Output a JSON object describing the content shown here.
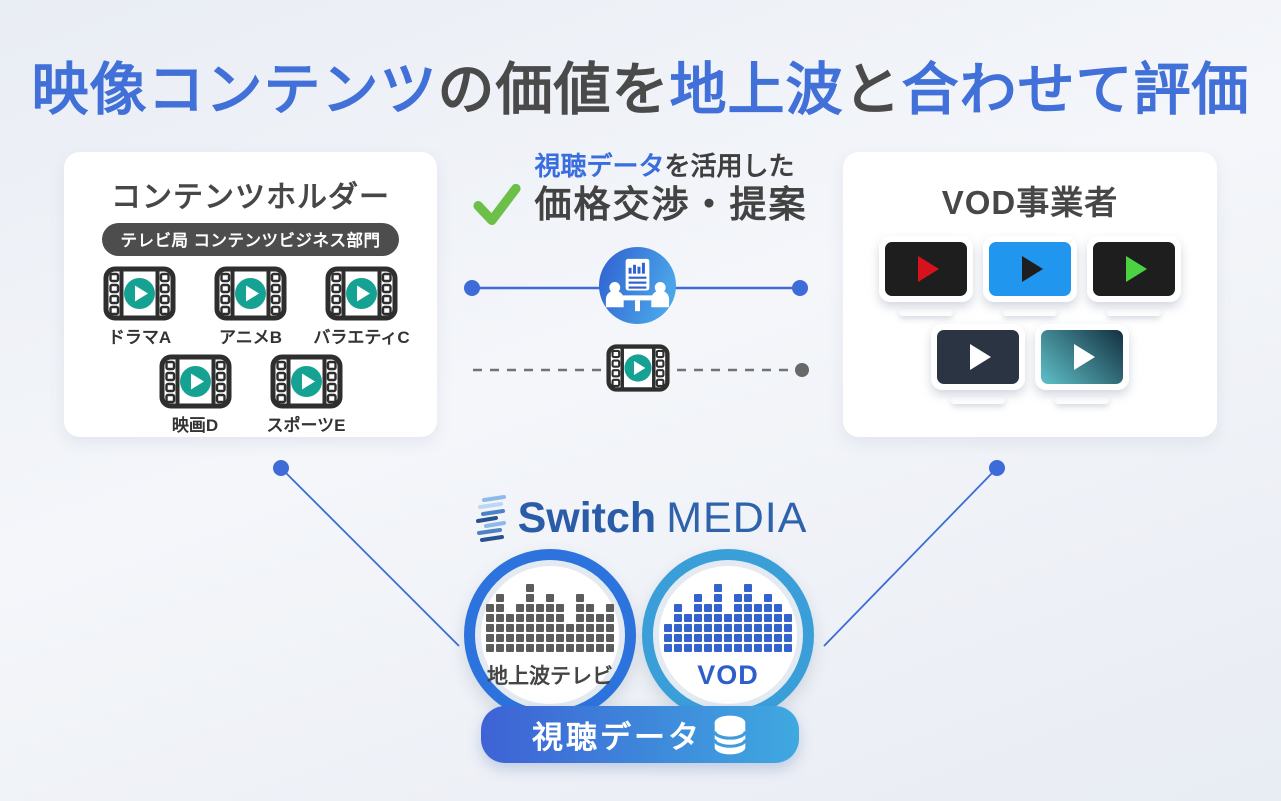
{
  "title": {
    "segments": [
      {
        "text": "映像コンテンツ",
        "style": "blue"
      },
      {
        "text": "の価値を",
        "style": "dark"
      },
      {
        "text": "地上波",
        "style": "blue"
      },
      {
        "text": "と",
        "style": "dark"
      },
      {
        "text": "合わせて評価",
        "style": "blue"
      }
    ]
  },
  "content_holder_card": {
    "title": "コンテンツホルダー",
    "badge": "テレビ局 コンテンツビジネス部門",
    "rows": [
      [
        "ドラマA",
        "アニメB",
        "バラエティC"
      ],
      [
        "映画D",
        "スポーツE"
      ]
    ]
  },
  "negotiation": {
    "line1_highlight": "視聴データ",
    "line1_rest": "を活用した",
    "line2": "価格交渉・提案"
  },
  "vod_card": {
    "title": "VOD事業者",
    "tv_rows": [
      [
        {
          "screen": "#1e1e1e",
          "play": "#d6131c"
        },
        {
          "screen": "#2196ef",
          "play": "#1e1e1e"
        },
        {
          "screen": "#1e1e1e",
          "play": "#4cd143"
        }
      ],
      [
        {
          "screen": "#2a3442",
          "play": "#ffffff"
        },
        {
          "screen": "gradient:#5ec1c9,#14303f",
          "play": "#ffffff"
        }
      ]
    ]
  },
  "logo": {
    "bold": "Switch",
    "light": "MEDIA"
  },
  "data_circles": [
    {
      "label": "地上波テレビ",
      "eq_color": "#5c5c5c",
      "eq": [
        5,
        6,
        4,
        5,
        7,
        5,
        6,
        5,
        3,
        6,
        5,
        4,
        5
      ]
    },
    {
      "label": "VOD",
      "eq_color": "#3463cd",
      "eq": [
        3,
        5,
        4,
        6,
        5,
        7,
        4,
        6,
        7,
        5,
        6,
        5,
        4
      ]
    }
  ],
  "bottom_badge": {
    "label": "視聴データ"
  },
  "colors": {
    "title_blue": "#4070d8",
    "title_dark": "#4a4a4a",
    "accent_blue": "#3d6cd8",
    "check_green": "#6cc04a",
    "teal_play": "#16a293",
    "film_frame": "#2e2e2e",
    "dash_gray": "#737373",
    "logo_blue": "#2b5ca7",
    "ring_left": "#2c73dd",
    "ring_right": "#3a9fd9",
    "badge_gradient": [
      "#3e62d5",
      "#3fa9e0"
    ]
  }
}
